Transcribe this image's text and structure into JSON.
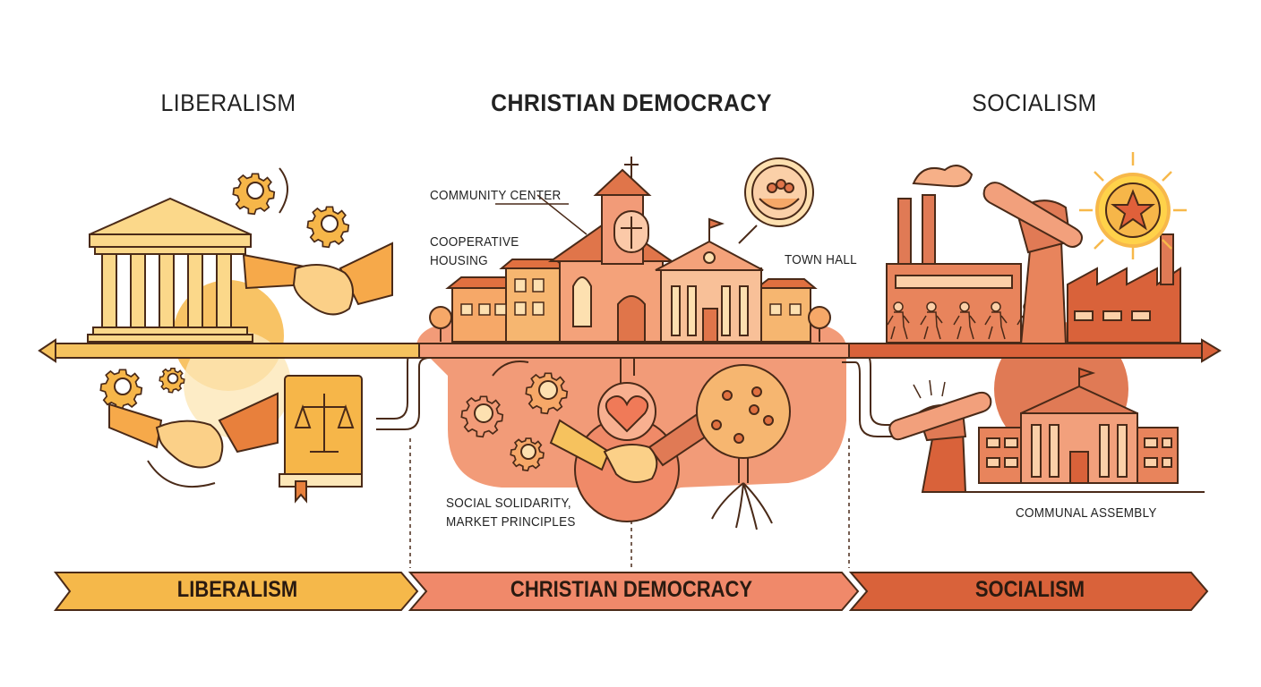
{
  "headings": {
    "left": "LIBERALISM",
    "center": "CHRISTIAN DEMOCRACY",
    "right": "SOCIALISM"
  },
  "labels": {
    "community_center": "COMMUNITY CENTER",
    "cooperative_housing_line1": "COOPERATIVE",
    "cooperative_housing_line2": "HOUSING",
    "town_hall": "TOWN HALL",
    "social_solidarity_line1": "SOCIAL SOLIDARITY,",
    "social_solidarity_line2": "MARKET PRINCIPLES",
    "communal_assembly": "COMMUNAL ASSEMBLY"
  },
  "banners": [
    {
      "label": "LIBERALISM",
      "color": "#f5b84a"
    },
    {
      "label": "CHRISTIAN DEMOCRACY",
      "color": "#f0896a"
    },
    {
      "label": "SOCIALISM",
      "color": "#d9623a"
    }
  ],
  "colors": {
    "outline": "#4a2a18",
    "liberal_fill": "#f6c25e",
    "liberal_light": "#fde7b8",
    "christian_fill": "#f29b78",
    "christian_light": "#f8c0a4",
    "socialist_fill": "#e07a55",
    "socialist_dark": "#c9562e",
    "sun_yellow": "#ffd24a"
  },
  "icons": [
    "columned-building-icon",
    "gear-icon",
    "handshake-icon",
    "law-book-icon",
    "scales-icon",
    "church-icon",
    "cross-icon",
    "heart-icon",
    "tree-icon",
    "hands-holding-people-icon",
    "factory-icon",
    "wrench-fist-icon",
    "sun-star-icon",
    "worker-figure-icon",
    "assembly-building-icon"
  ]
}
